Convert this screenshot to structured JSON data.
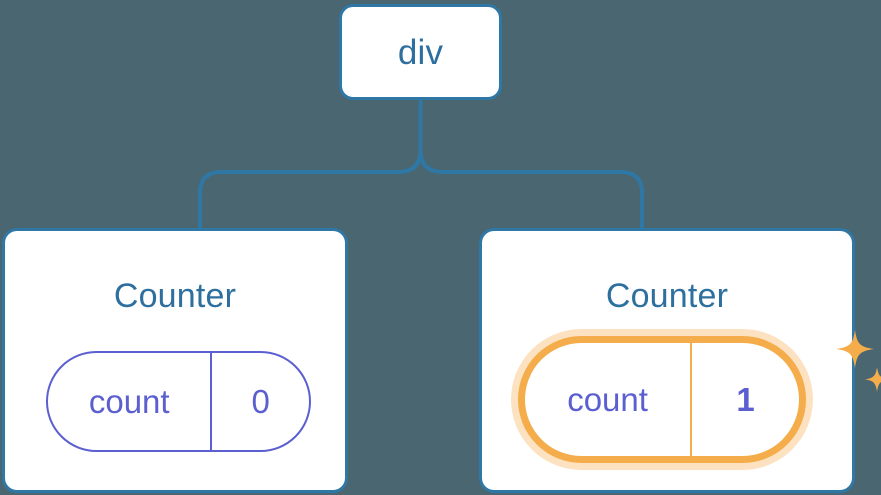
{
  "theme": {
    "background": "#4a6670",
    "node_border": "#2f77a4",
    "node_surface": "#ffffff",
    "title_text": "#2d6f9e",
    "state_accent": "#5b5fd0",
    "highlight_accent": "#f4ad4a",
    "highlight_glow": "#f9bf73"
  },
  "tree": {
    "root": {
      "label": "div"
    },
    "children": [
      {
        "title": "Counter",
        "state": {
          "key": "count",
          "value": "0"
        },
        "highlighted": false
      },
      {
        "title": "Counter",
        "state": {
          "key": "count",
          "value": "1"
        },
        "highlighted": true,
        "sparkle_icons": [
          "sparkle-large-icon",
          "sparkle-small-icon"
        ]
      }
    ]
  }
}
